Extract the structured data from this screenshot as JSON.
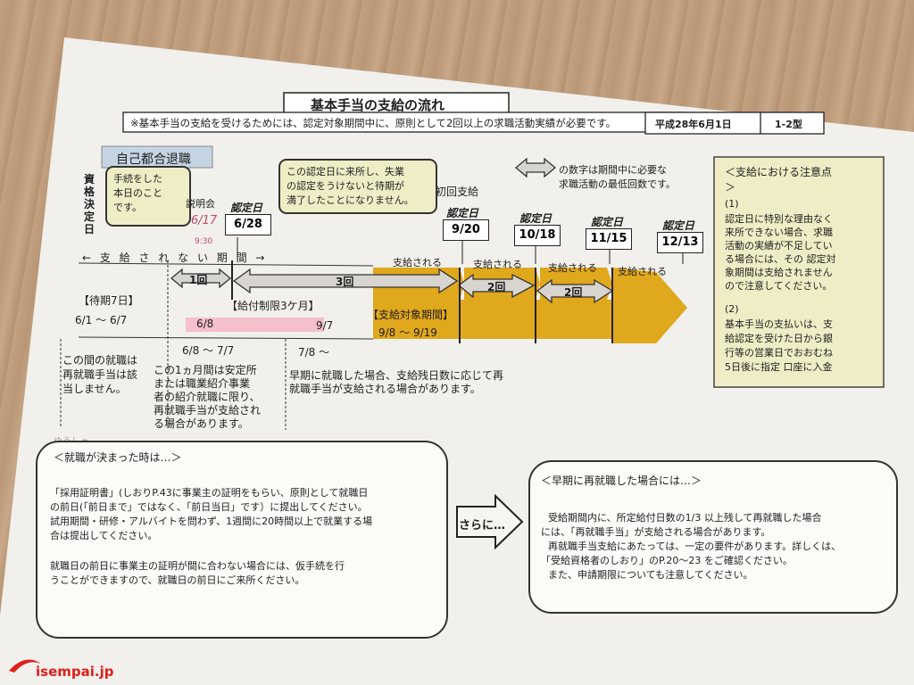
{
  "title": "基本手当の支給の流れ",
  "intro_notice": "※基本手当の支給を受けるためには、認定対象期間中に、原則として2回以上の求職活動実績が必要です。",
  "date_box": {
    "date": "平成28年6月1日",
    "type": "1-2型"
  },
  "section_label": "自己都合退職",
  "bubbles": {
    "tetsuzuki": "手続をした\n本日のこと\nです。",
    "kono_ninteibi": "この認定日に来所し、失業\nの認定をうけないと待期が\n満了したことになりません。",
    "legend": "の数字は期間中に必要な\n求職活動の最低回数です。"
  },
  "shikaku_vertical": "資格決定日",
  "setsumeikai": "説明会",
  "handwritten": {
    "date1": "6/17",
    "time1": "9:30",
    "marks": "ゆうしゃ"
  },
  "nintei_label": "認定日",
  "first_payment": "初回支給",
  "nintei_dates": [
    "6/28",
    "9/20",
    "10/18",
    "11/15",
    "12/13"
  ],
  "no_pay_header": "← 支 給 さ れ な い 期 間 →",
  "paid_labels": [
    "支給される",
    "支給される",
    "支給される",
    "支給される"
  ],
  "counts": [
    "1回",
    "3回",
    "2回",
    "2回"
  ],
  "taiki": {
    "label": "【待期7日】",
    "range": "6/1 ～ 6/7"
  },
  "kyufu": {
    "label": "【給付制限3ケ月】",
    "start": "6/8",
    "end": "9/7"
  },
  "target_period": {
    "label": "【支給対象期間】",
    "range": "9/8 ～ 9/19"
  },
  "range_a": "6/8 ～ 7/7",
  "range_b": "7/8 ～",
  "note_taiki": "この間の就職は\n再就職手当は該\n当しません。",
  "note_month": "この1ヵ月間は安定所\nまたは職業紹介事業\n者の紹介就職に限り、\n再就職手当が支給され\nる場合があります。",
  "note_early": "早期に就職した場合、支給残日数に応じて再\n就職手当が支給される場合があります。",
  "side_panel": {
    "title": "＜支給における注意点\n＞",
    "p1_num": "(1)",
    "p1": "認定日に特別な理由なく\n来所できない場合、求職\n活動の実績が不足してい\nる場合には、その 認定対\n象期間は支給されません\nので注意してください。",
    "p2_num": "(2)",
    "p2": "基本手当の支払いは、支\n給認定を受けた日から銀\n行等の営業日でおおむね\n5日後に指定 口座に入金"
  },
  "box_left": {
    "title": "＜就職が決まった時は…＞",
    "line1": "「採用証明書」(しおりP.43に事業主の証明をもらい、原則として就職日",
    "line2": "の前日(「前日まで」ではなく、「前日当日」です）に提出してください。",
    "line3": "試用期間・研修・アルバイトを問わず、1週間に20時間以上で就業する場",
    "line4": "合は提出してください。",
    "line5": "就職日の前日に事業主の証明が間に合わない場合には、仮手続を行",
    "line6": "うことができますので、就職日の前日にご来所ください。"
  },
  "sarani": "さらに…",
  "box_right": {
    "title": "＜早期に再就職した場合には…＞",
    "line1": "受給期間内に、所定給付日数の1/3 以上残して再就職した場合",
    "line2": "には、「再就職手当」が支給される場合があります。",
    "line3": "再就職手当支給にあたっては、一定の要件があります。詳しくは、",
    "line4": "「受給資格者のしおり」のP.20～23 をご確認ください。",
    "line5": "また、申請期限についても注意してください。"
  },
  "logo_text": "isempai.jp",
  "colors": {
    "gold": "#e0a81c",
    "pink": "#f07c9a",
    "bubble": "#efedc6",
    "side": "#efedc6"
  }
}
